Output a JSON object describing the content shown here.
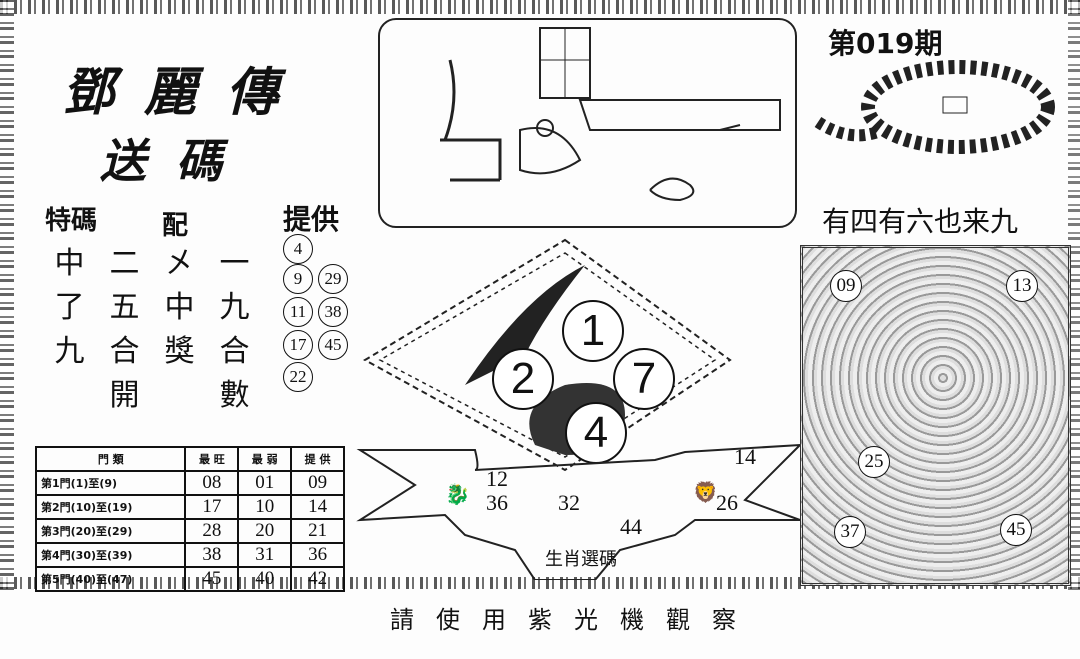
{
  "title": {
    "line1": "鄧麗傳",
    "line2": "送碼"
  },
  "issue": "第019期",
  "riddle": "有四有六也来九",
  "tema": {
    "heading": "特碼",
    "pei": "配",
    "columns": [
      [
        "中",
        "了",
        "九",
        ""
      ],
      [
        "二",
        "五",
        "合",
        "開"
      ],
      [
        "㐅",
        "中",
        "獎",
        ""
      ],
      [
        "一",
        "九",
        "合",
        "數"
      ]
    ]
  },
  "provide": {
    "heading": "提供",
    "numbers": [
      "4",
      "9",
      "29",
      "11",
      "38",
      "17",
      "45",
      "22"
    ]
  },
  "table": {
    "headers": [
      "門 類",
      "最 旺",
      "最 弱",
      "提 供"
    ],
    "rows": [
      [
        "第1門(1)至(9)",
        "08",
        "01",
        "09"
      ],
      [
        "第2門(10)至(19)",
        "17",
        "10",
        "14"
      ],
      [
        "第3門(20)至(29)",
        "28",
        "20",
        "21"
      ],
      [
        "第4門(30)至(39)",
        "38",
        "31",
        "36"
      ],
      [
        "第5門(40)至(47)",
        "45",
        "40",
        "42"
      ]
    ]
  },
  "diamond_balls": [
    "1",
    "2",
    "7",
    "4"
  ],
  "banner": {
    "numbers": [
      "12",
      "36",
      "32",
      "44",
      "14",
      "26"
    ],
    "label": "生肖選碼"
  },
  "buddha_numbers": [
    "09",
    "13",
    "25",
    "37",
    "45"
  ],
  "footer": "請使用紫光機觀察"
}
